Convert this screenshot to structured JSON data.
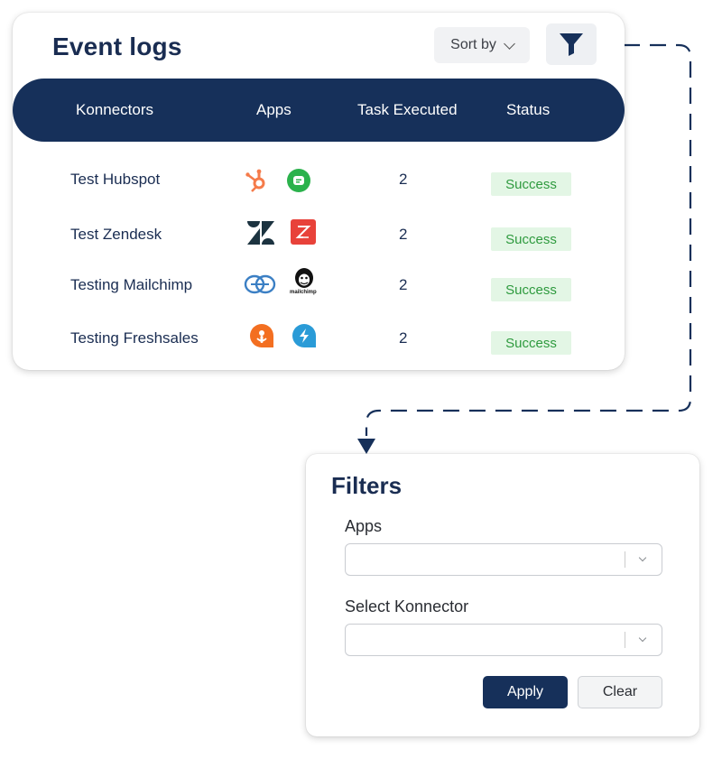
{
  "event_logs": {
    "title": "Event logs",
    "sort_label": "Sort by",
    "columns": [
      "Konnectors",
      "Apps",
      "Task Executed",
      "Status"
    ],
    "rows": [
      {
        "name": "Test Hubspot",
        "apps": [
          "hubspot-icon",
          "freshchat-icon"
        ],
        "tasks": "2",
        "status": "Success"
      },
      {
        "name": "Test Zendesk",
        "apps": [
          "zendesk-icon",
          "zoho-icon"
        ],
        "tasks": "2",
        "status": "Success"
      },
      {
        "name": "Testing Mailchimp",
        "apps": [
          "sync-icon",
          "mailchimp-icon"
        ],
        "tasks": "2",
        "status": "Success"
      },
      {
        "name": "Testing Freshsales",
        "apps": [
          "freshsales-icon",
          "freshdesk-icon"
        ],
        "tasks": "2",
        "status": "Success"
      }
    ],
    "mailchimp_wordmark": "mailchimp"
  },
  "filters": {
    "title": "Filters",
    "apps_label": "Apps",
    "konnector_label": "Select Konnector",
    "apply_label": "Apply",
    "clear_label": "Clear"
  },
  "colors": {
    "navy": "#16305a",
    "success_bg": "#e3f6e5",
    "success_text": "#2e9a3e"
  }
}
